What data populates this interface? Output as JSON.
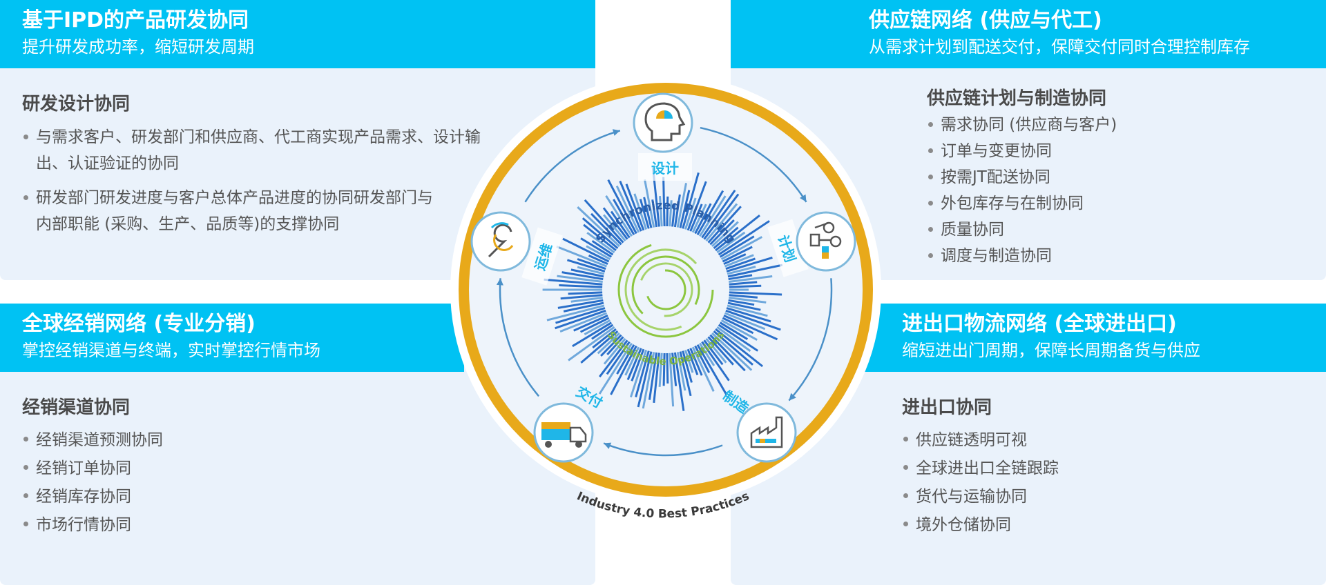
{
  "top_left": {
    "title": "基于IPD的产品研发协同",
    "subtitle": "提升研发成功率，缩短研发周期",
    "section_title": "研发设计协同",
    "items": [
      "与需求客户、研发部门和供应商、代工商实现产品需求、设计输出、认证验证的协同",
      "研发部门研发进度与客户总体产品进度的协同研发部门与内部职能 (采购、生产、品质等)的支撑协同"
    ]
  },
  "top_right": {
    "title": "供应链网络 (供应与代工)",
    "subtitle": "从需求计划到配送交付，保障交付同时合理控制库存",
    "section_title": "供应链计划与制造协同",
    "items": [
      "需求协同 (供应商与客户)",
      "订单与变更协同",
      "按需JT配送协同",
      "外包库存与在制协同",
      "质量协同",
      "调度与制造协同"
    ]
  },
  "bottom_left": {
    "title": "全球经销网络 (专业分销)",
    "subtitle": "掌控经销渠道与终端，实时掌控行情市场",
    "section_title": "经销渠道协同",
    "items": [
      "经销渠道预测协同",
      "经销订单协同",
      "经销库存协同",
      "市场行情协同"
    ]
  },
  "bottom_right": {
    "title": "进出口物流网络 (全球进出口)",
    "subtitle": "缩短进出门周期，保障长周期备货与供应",
    "section_title": "进出口协同",
    "items": [
      "供应链透明可视",
      "全球进出口全链跟踪",
      "货代与运输协同",
      "境外仓储协同"
    ]
  },
  "wheel": {
    "stage_labels": [
      "设计",
      "计划",
      "制造",
      "交付",
      "运维"
    ],
    "stage_icons": [
      "head-gear-icon",
      "process-flow-icon",
      "factory-icon",
      "truck-icon",
      "wrench-icon"
    ],
    "center_top_text": "Synchronized Planning",
    "center_bottom_text": "Sustainable Operations",
    "ring_text": "Industry 4.0 Best Practices",
    "colors": {
      "ring": "#e8a91a",
      "label": "#1fb6e8",
      "bars": "#2a6fc9",
      "inner": "#8cc63f",
      "banner": "#00c2f3"
    }
  }
}
